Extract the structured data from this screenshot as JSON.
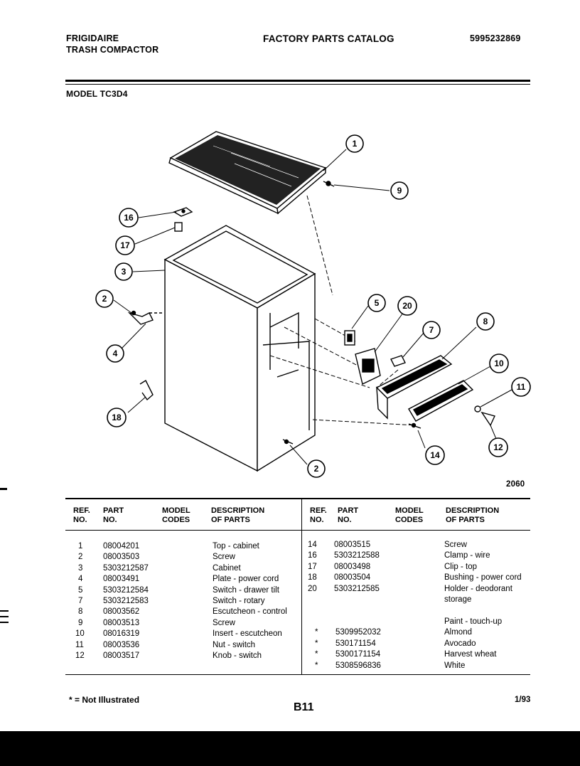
{
  "header": {
    "brand": "FRIGIDAIRE",
    "product": "TRASH COMPACTOR",
    "catalog_title": "FACTORY PARTS CATALOG",
    "catalog_number": "5995232869",
    "model_label": "MODEL TC3D4"
  },
  "diagram": {
    "figure_code": "2060",
    "callouts": [
      "1",
      "9",
      "16",
      "17",
      "3",
      "2",
      "4",
      "5",
      "20",
      "7",
      "8",
      "10",
      "11",
      "12",
      "14",
      "2",
      "18"
    ]
  },
  "table": {
    "headers": {
      "ref": "REF.\nNO.",
      "part": "PART\nNO.",
      "model": "MODEL\nCODES",
      "desc": "DESCRIPTION\nOF PARTS"
    },
    "left_rows": [
      {
        "ref": "1",
        "part": "08004201",
        "desc": "Top - cabinet"
      },
      {
        "ref": "2",
        "part": "08003503",
        "desc": "Screw"
      },
      {
        "ref": "3",
        "part": "5303212587",
        "desc": "Cabinet"
      },
      {
        "ref": "4",
        "part": "08003491",
        "desc": "Plate - power cord"
      },
      {
        "ref": "5",
        "part": "5303212584",
        "desc": "Switch - drawer tilt"
      },
      {
        "ref": "7",
        "part": "5303212583",
        "desc": "Switch - rotary"
      },
      {
        "ref": "8",
        "part": "08003562",
        "desc": "Escutcheon - control"
      },
      {
        "ref": "9",
        "part": "08003513",
        "desc": "Screw"
      },
      {
        "ref": "10",
        "part": "08016319",
        "desc": "Insert - escutcheon"
      },
      {
        "ref": "11",
        "part": "08003536",
        "desc": "Nut - switch"
      },
      {
        "ref": "12",
        "part": "08003517",
        "desc": "Knob - switch"
      }
    ],
    "right_rows": [
      {
        "ref": "14",
        "part": "08003515",
        "desc": "Screw"
      },
      {
        "ref": "16",
        "part": "5303212588",
        "desc": "Clamp - wire"
      },
      {
        "ref": "17",
        "part": "08003498",
        "desc": "Clip - top"
      },
      {
        "ref": "18",
        "part": "08003504",
        "desc": "Bushing - power cord"
      },
      {
        "ref": "20",
        "part": "5303212585",
        "desc": "Holder - deodorant"
      },
      {
        "ref": "",
        "part": "",
        "desc": "storage"
      },
      {
        "ref": "",
        "part": "",
        "desc": ""
      },
      {
        "ref": "",
        "part": "",
        "desc": "Paint - touch-up"
      },
      {
        "ref": "*",
        "part": "5309952032",
        "desc": "Almond"
      },
      {
        "ref": "*",
        "part": "530171154",
        "desc": "Avocado"
      },
      {
        "ref": "*",
        "part": "5300171154",
        "desc": "Harvest wheat"
      },
      {
        "ref": "*",
        "part": "5308596836",
        "desc": "White"
      }
    ]
  },
  "footer": {
    "note": "* = Not Illustrated",
    "page": "B11",
    "date": "1/93"
  }
}
